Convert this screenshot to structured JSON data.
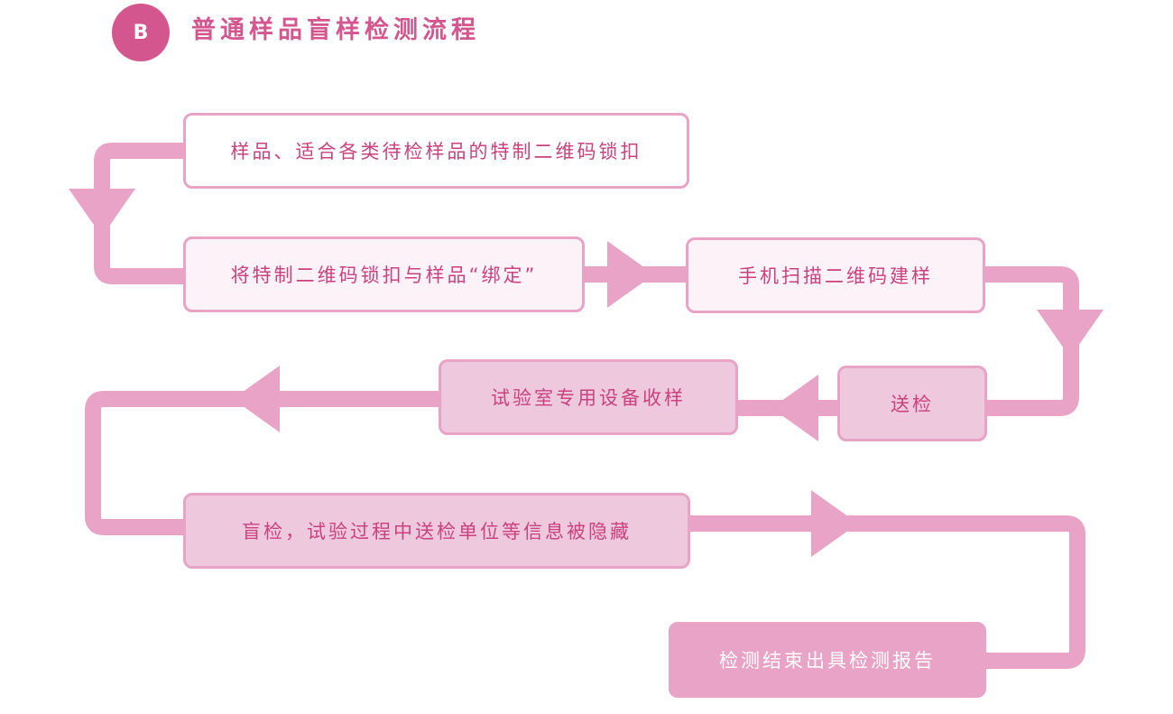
{
  "header": {
    "badge": "B",
    "title": "普通样品盲样检测流程"
  },
  "steps": [
    "样品、适合各类待检样品的特制二维码锁扣",
    "将特制二维码锁扣与样品“绑定”",
    "手机扫描二维码建样",
    "送检",
    "试验室专用设备收样",
    "盲检，试验过程中送检单位等信息被隐藏",
    "检测结束出具检测报告"
  ],
  "colors": {
    "accent": "#d4568e",
    "connector": "#e8a3c6",
    "box_border": "#e8a3c6",
    "box_light": "#fdf2f8",
    "box_mid": "#eec8dd",
    "box_dark": "#e8a3c6"
  }
}
